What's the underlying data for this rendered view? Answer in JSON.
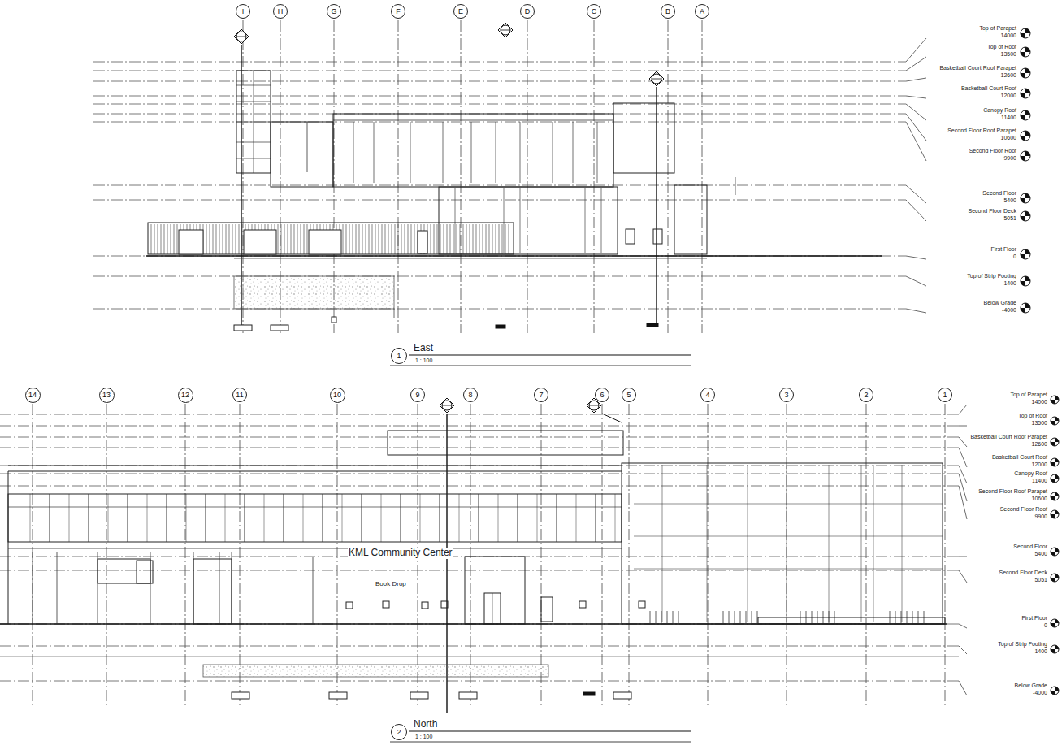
{
  "diagram": {
    "nodes": [
      {
        "text": [
          "I"
        ]
      },
      {
        "text": [
          "H"
        ]
      },
      {
        "text": [
          "G"
        ]
      },
      {
        "text": [
          "F"
        ]
      },
      {
        "text": [
          "E"
        ]
      },
      {
        "text": [
          "D"
        ]
      },
      {
        "text": [
          "C"
        ]
      },
      {
        "text": [
          "B"
        ]
      },
      {
        "text": [
          "A"
        ]
      },
      {
        "text": [
          "1"
        ]
      },
      {
        "text": [
          "14"
        ]
      },
      {
        "text": [
          "13"
        ]
      },
      {
        "text": [
          "12"
        ]
      },
      {
        "text": [
          "11"
        ]
      },
      {
        "text": [
          "10"
        ]
      },
      {
        "text": [
          "9"
        ]
      },
      {
        "text": [
          "8"
        ]
      },
      {
        "text": [
          "7"
        ]
      },
      {
        "text": [
          "6"
        ]
      },
      {
        "text": [
          "5"
        ]
      },
      {
        "text": [
          "4"
        ]
      },
      {
        "text": [
          "3"
        ]
      },
      {
        "text": [
          "2"
        ]
      },
      {
        "text": [
          "1"
        ]
      },
      {
        "text": [
          "2"
        ]
      }
    ],
    "labels": [
      "Top of Parapet",
      "14000",
      "Top of Roof",
      "13500",
      "Basketball Court Roof Parapet",
      "12600",
      "Basketball Court Roof",
      "12000",
      "Canopy Roof",
      "11400",
      "Second Floor Roof Parapet",
      "10600",
      "Second Floor Roof",
      "9900",
      "Second Floor",
      "5400",
      "Second Floor Deck",
      "5051",
      "First Floor",
      "0",
      "Top of Strip Footing",
      "-1400",
      "Below Grade",
      "-4000",
      "East",
      "1 : 100",
      "Top of Parapet",
      "14000",
      "Top of Roof",
      "13500",
      "Basketball Court Roof Parapet",
      "12600",
      "Basketball Court Roof",
      "12000",
      "Canopy Roof",
      "11400",
      "Second Floor Roof Parapet",
      "10600",
      "Second Floor Roof",
      "9900",
      "Second Floor",
      "5400",
      "Second Floor Deck",
      "5051",
      "First Floor",
      "0",
      "Top of Strip Footing",
      "-1400",
      "Below Grade",
      "-4000",
      "KML Community Center",
      "Book Drop",
      "North",
      "1 : 100"
    ]
  }
}
